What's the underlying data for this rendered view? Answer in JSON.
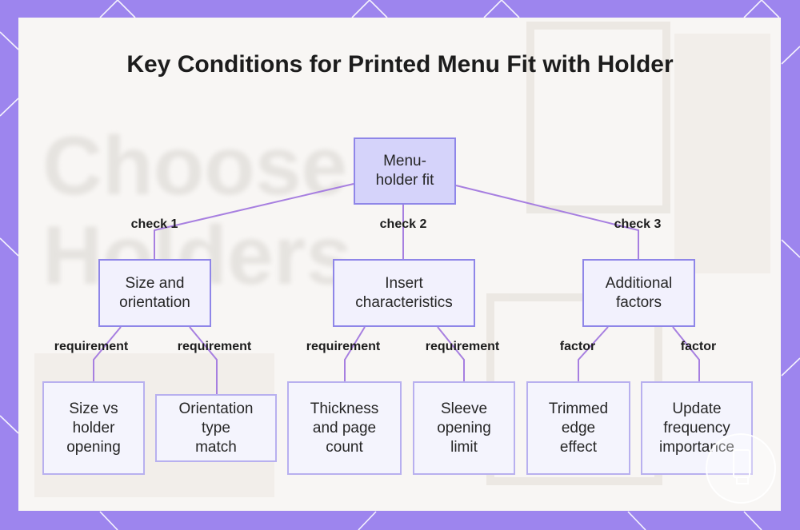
{
  "title": "Key Conditions for Printed Menu Fit with Holder",
  "background_text": "Choose\nHolders",
  "nodes": {
    "root": "Menu-\nholder fit",
    "size_orientation": "Size and\norientation",
    "insert_characteristics": "Insert\ncharacteristics",
    "additional_factors": "Additional\nfactors",
    "size_vs_holder": "Size vs\nholder\nopening",
    "orientation_match": "Orientation\ntype\nmatch",
    "thickness_page_count": "Thickness\nand page\ncount",
    "sleeve_opening": "Sleeve\nopening\nlimit",
    "trimmed_edge": "Trimmed\nedge\neffect",
    "update_frequency": "Update\nfrequency\nimportance"
  },
  "edge_labels": {
    "check1": "check 1",
    "check2": "check 2",
    "check3": "check 3",
    "req1": "requirement",
    "req2": "requirement",
    "req3": "requirement",
    "req4": "requirement",
    "factor1": "factor",
    "factor2": "factor"
  },
  "colors": {
    "frame": "#9d85ee",
    "box_border": "#8f86e8",
    "root_fill": "#d5d3fa",
    "box_fill": "#f2f1fd",
    "connector": "#a77fe0"
  }
}
